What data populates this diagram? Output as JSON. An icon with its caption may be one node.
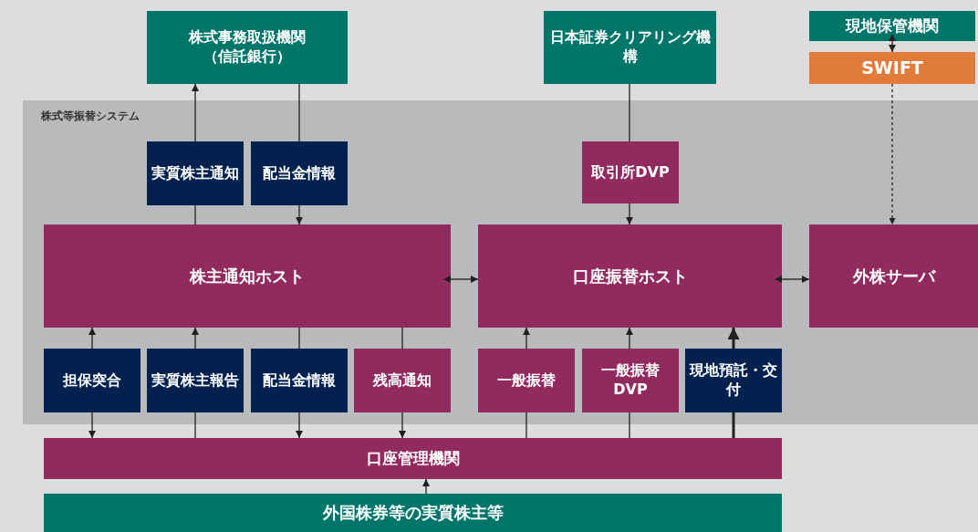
{
  "diagram": {
    "nodes": [
      {
        "text": [
          "株式事務取扱機関（信託銀行）"
        ]
      },
      {
        "text": [
          "日本証券クリアリング機構"
        ]
      },
      {
        "text": [
          "現地保管機関"
        ]
      },
      {
        "text": [
          "SWIFT"
        ]
      },
      {
        "text": [
          "株式等振替システム"
        ]
      },
      {
        "text": [
          "実質株主通知"
        ],
        "in": 4
      },
      {
        "text": [
          "配当金情報"
        ],
        "in": 4
      },
      {
        "text": [
          "取引所DVP"
        ],
        "in": 4
      },
      {
        "text": [
          "株主通知ホスト"
        ],
        "in": 4
      },
      {
        "text": [
          "口座振替ホスト"
        ],
        "in": 4
      },
      {
        "text": [
          "外株サーバ"
        ],
        "in": 4
      },
      {
        "text": [
          "担保突合"
        ],
        "in": 4
      },
      {
        "text": [
          "実質株主報告"
        ],
        "in": 4
      },
      {
        "text": [
          "配当金情報"
        ],
        "in": 4
      },
      {
        "text": [
          "残高通知"
        ],
        "in": 4
      },
      {
        "text": [
          "一般振替"
        ],
        "in": 4
      },
      {
        "text": [
          "一般振替DVP"
        ],
        "in": 4
      },
      {
        "text": [
          "現地預託・交付"
        ],
        "in": 4
      },
      {
        "text": [
          "口座管理機関"
        ]
      },
      {
        "text": [
          "外国株券等の実質株主等"
        ]
      }
    ],
    "edges": [
      {
        "from": 8,
        "to": 5,
        "arrow": "none"
      },
      {
        "from": 5,
        "to": 0,
        "arrow": "to"
      },
      {
        "from": 0,
        "to": 6,
        "arrow": "none"
      },
      {
        "from": 6,
        "to": 8,
        "arrow": "to"
      },
      {
        "from": 1,
        "to": 7,
        "arrow": "none"
      },
      {
        "from": 7,
        "to": 9,
        "arrow": "to"
      },
      {
        "from": 2,
        "to": 3,
        "arrow": "both"
      },
      {
        "from": 3,
        "to": 10,
        "arrow": "to",
        "style": "dashed"
      },
      {
        "from": 8,
        "to": 9,
        "arrow": "both"
      },
      {
        "from": 9,
        "to": 10,
        "arrow": "both"
      },
      {
        "from": 11,
        "to": 8,
        "arrow": "to"
      },
      {
        "from": 11,
        "to": 18,
        "arrow": "to"
      },
      {
        "from": 18,
        "to": 12,
        "arrow": "none"
      },
      {
        "from": 12,
        "to": 8,
        "arrow": "to"
      },
      {
        "from": 8,
        "to": 13,
        "arrow": "none"
      },
      {
        "from": 13,
        "to": 18,
        "arrow": "to"
      },
      {
        "from": 8,
        "to": 14,
        "arrow": "none"
      },
      {
        "from": 14,
        "to": 18,
        "arrow": "to"
      },
      {
        "from": 18,
        "to": 15,
        "arrow": "none"
      },
      {
        "from": 15,
        "to": 9,
        "arrow": "to"
      },
      {
        "from": 18,
        "to": 16,
        "arrow": "none"
      },
      {
        "from": 16,
        "to": 9,
        "arrow": "to"
      },
      {
        "from": 18,
        "to": 17,
        "arrow": "none",
        "style": "thick"
      },
      {
        "from": 17,
        "to": 9,
        "arrow": "to",
        "style": "thick"
      },
      {
        "from": 19,
        "to": 18,
        "arrow": "to"
      }
    ]
  }
}
